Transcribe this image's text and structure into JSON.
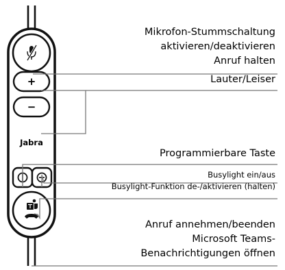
{
  "device": {
    "brand": "Jabra",
    "buttons": {
      "mute": "mute-icon",
      "volume_up": "+",
      "volume_down": "−",
      "programmable": "circle-slash-icon",
      "busylight": "circle-minus-icon",
      "teams": "microsoft-teams-phone-icon"
    }
  },
  "callouts": {
    "mute": [
      "Mikrofon-Stummschaltung",
      "aktivieren/deaktivieren",
      "Anruf halten"
    ],
    "volume": [
      "Lauter/Leiser"
    ],
    "programmable": [
      "Programmierbare Taste"
    ],
    "busylight": [
      "Busylight ein/aus",
      "Busylight-Funktion de-/aktivieren (halten)"
    ],
    "teams": [
      "Anruf annehmen/beenden",
      "Microsoft Teams-",
      "Benachrichtigungen öffnen"
    ]
  }
}
